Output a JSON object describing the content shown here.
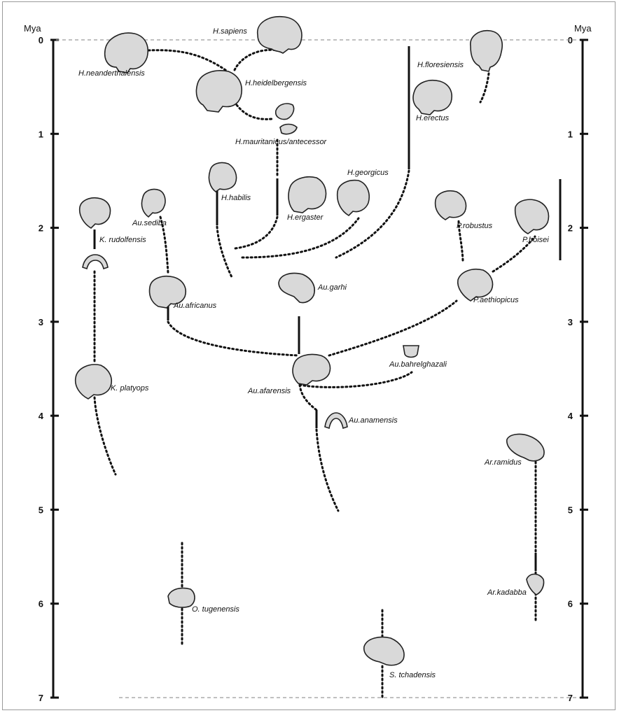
{
  "axis": {
    "unit_label": "Mya",
    "ticks": [
      0,
      1,
      2,
      3,
      4,
      5,
      6,
      7
    ],
    "range": [
      0,
      7
    ]
  },
  "species": [
    {
      "id": "h-sapiens",
      "label": "H.sapiens"
    },
    {
      "id": "h-neanderthalensis",
      "label": "H.neanderthalensis"
    },
    {
      "id": "h-heidelbergensis",
      "label": "H.heidelbergensis"
    },
    {
      "id": "h-floresiensis",
      "label": "H.floresiensis"
    },
    {
      "id": "h-erectus",
      "label": "H.erectus"
    },
    {
      "id": "h-mauritanicus",
      "label": "H.mauritanicus/antecessor"
    },
    {
      "id": "h-georgicus",
      "label": "H.georgicus"
    },
    {
      "id": "h-habilis",
      "label": "H.habilis"
    },
    {
      "id": "h-ergaster",
      "label": "H.ergaster"
    },
    {
      "id": "au-sediba",
      "label": "Au.sediba"
    },
    {
      "id": "k-rudolfensis",
      "label": "K. rudolfensis"
    },
    {
      "id": "p-robustus",
      "label": "P.robustus"
    },
    {
      "id": "p-boisei",
      "label": "P.boisei"
    },
    {
      "id": "au-garhi",
      "label": "Au.garhi"
    },
    {
      "id": "au-africanus",
      "label": "Au.africanus"
    },
    {
      "id": "p-aethiopicus",
      "label": "P.aethiopicus"
    },
    {
      "id": "au-bahrelghazali",
      "label": "Au.bahrelghazali"
    },
    {
      "id": "k-platyops",
      "label": "K. platyops"
    },
    {
      "id": "au-afarensis",
      "label": "Au.afarensis"
    },
    {
      "id": "au-anamensis",
      "label": "Au.anamensis"
    },
    {
      "id": "ar-ramidus",
      "label": "Ar.ramidus"
    },
    {
      "id": "ar-kadabba",
      "label": "Ar.kadabba"
    },
    {
      "id": "o-tugenensis",
      "label": "O. tugenensis"
    },
    {
      "id": "s-tchadensis",
      "label": "S. tchadensis"
    }
  ],
  "colors": {
    "line": "#111111",
    "skull_fill": "#d9d9d9",
    "skull_stroke": "#222222",
    "guide": "#9a9a9a"
  }
}
